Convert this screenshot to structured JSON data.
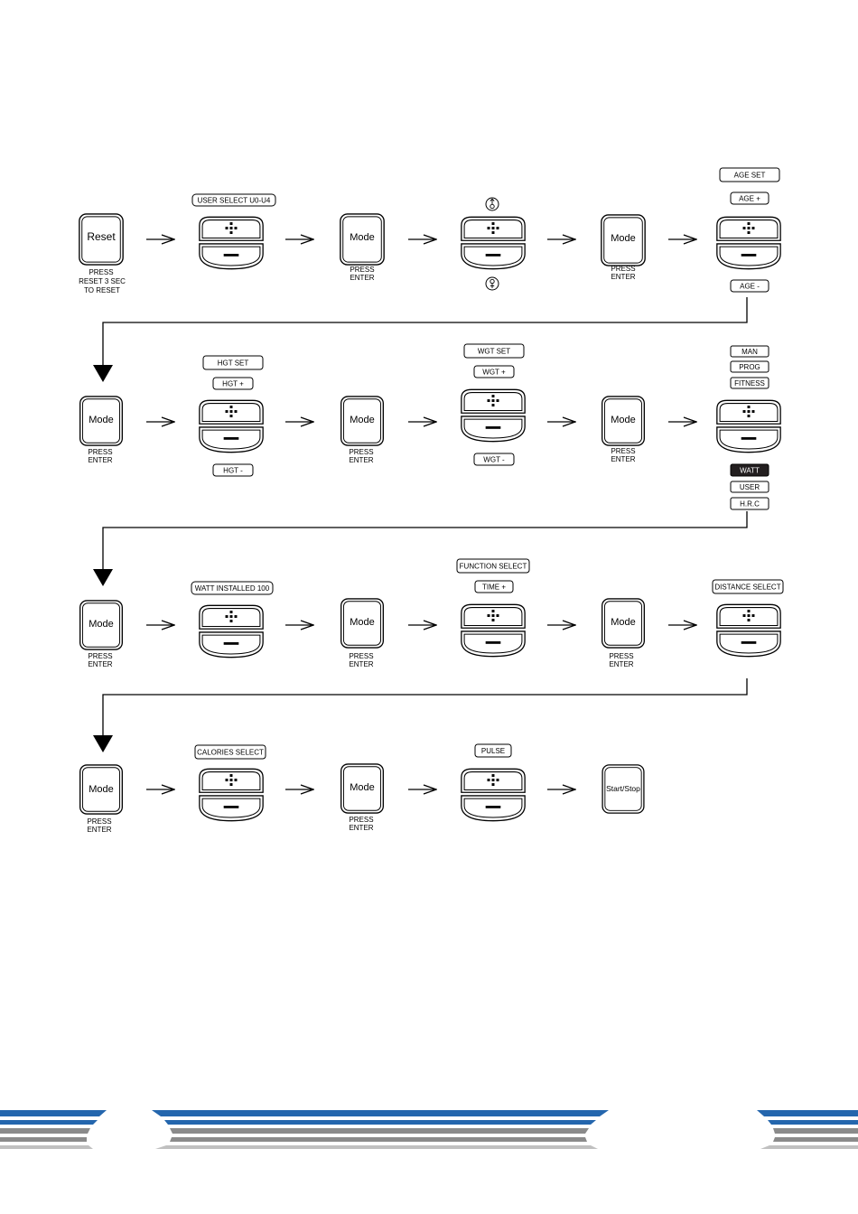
{
  "steps": {
    "reset": {
      "button": "Reset",
      "caption": [
        "PRESS",
        "RESET 3 SEC",
        "TO RESET"
      ]
    },
    "mode_button": "Mode",
    "start_stop_button": "Start/Stop",
    "press_enter": [
      "PRESS",
      "ENTER"
    ]
  },
  "row1": {
    "user_select": "USER SELECT U0-U4",
    "age_set": "AGE SET",
    "age_plus": "AGE +",
    "age_minus": "AGE -"
  },
  "row2": {
    "hgt_set": "HGT SET",
    "hgt_plus": "HGT +",
    "hgt_minus": "HGT -",
    "wgt_set": "WGT SET",
    "wgt_plus": "WGT +",
    "wgt_minus": "WGT -",
    "programs_top": [
      "MAN",
      "PROG",
      "FITNESS"
    ],
    "program_watt": "WATT",
    "programs_bottom": [
      "USER",
      "H.R.C"
    ]
  },
  "row3": {
    "watt_installed": "WATT INSTALLED 100",
    "function_select": "FUNCTION SELECT",
    "time_plus": "TIME +",
    "distance_select": "DISTANCE SELECT"
  },
  "row4": {
    "calories_select": "CALORIES SELECT",
    "pulse": "PULSE"
  },
  "colors": {
    "footer_blue": "#2466ad",
    "footer_grey": "#8b8b8b",
    "watt_fill": "#231f20"
  }
}
